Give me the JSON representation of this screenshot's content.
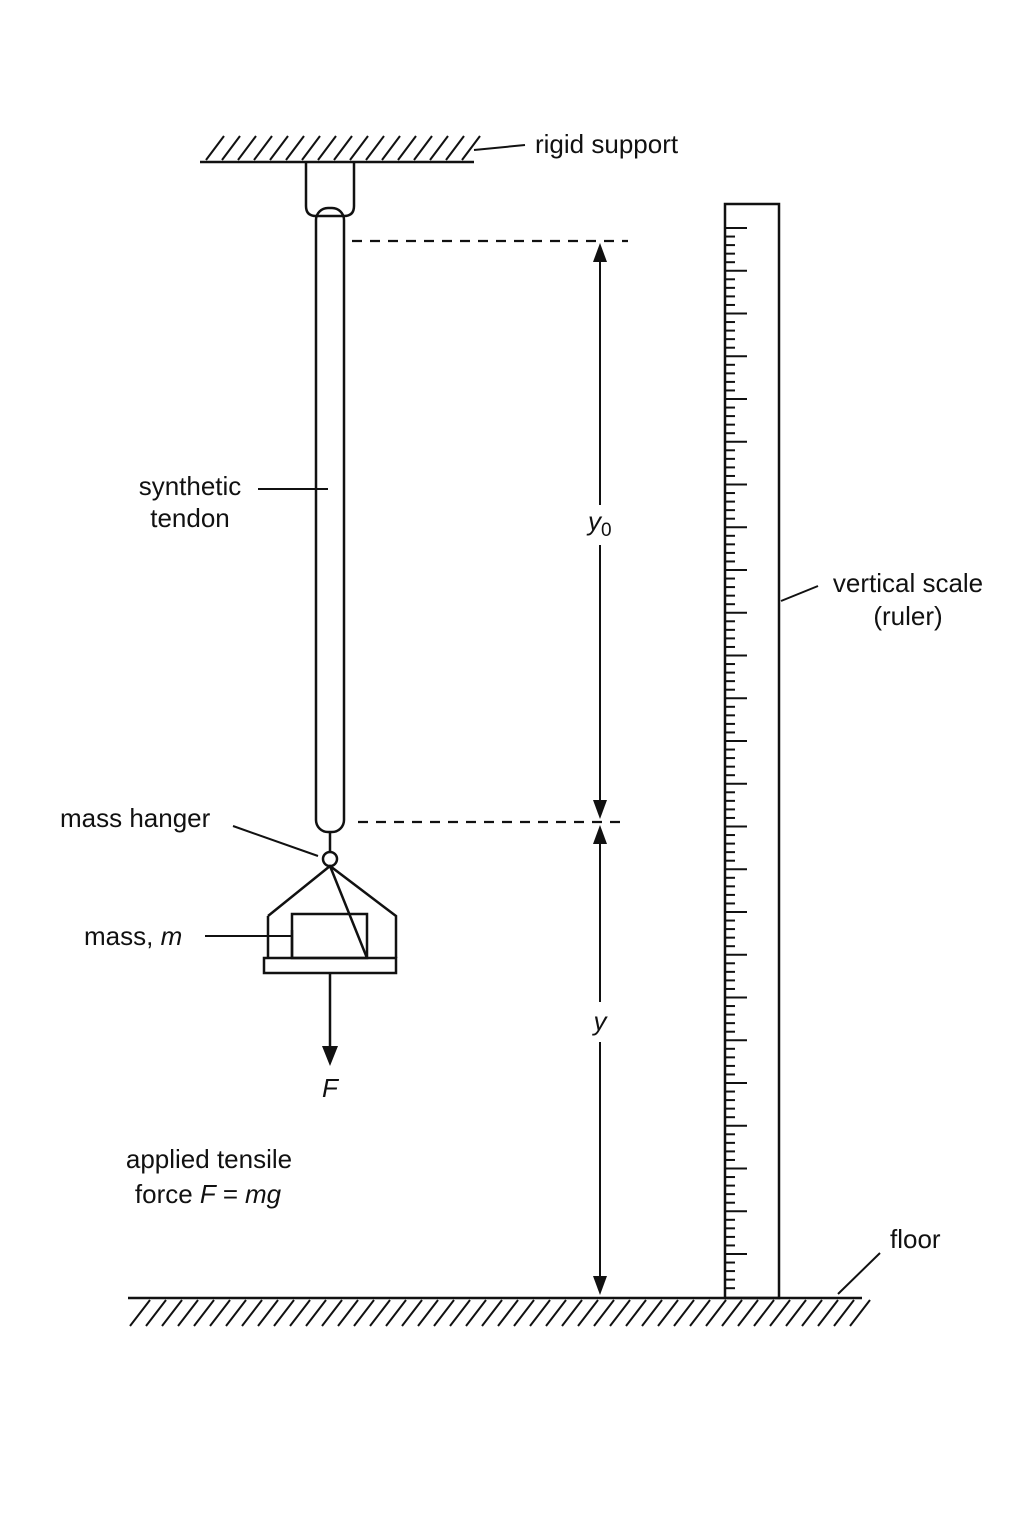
{
  "labels": {
    "rigid_support": "rigid support",
    "synthetic_tendon_line1": "synthetic",
    "synthetic_tendon_line2": "tendon",
    "mass_hanger": "mass hanger",
    "mass_prefix": "mass, ",
    "mass_symbol": "m",
    "force_symbol": "F",
    "applied_line1": "applied tensile",
    "applied_line2_prefix": "force ",
    "applied_line2_formula": "F = mg",
    "y0_base": "y",
    "y0_sub": "0",
    "y_symbol": "y",
    "scale_line1": "vertical scale",
    "scale_line2": "(ruler)",
    "floor": "floor"
  },
  "colors": {
    "ink": "#111111",
    "background": "#ffffff"
  }
}
